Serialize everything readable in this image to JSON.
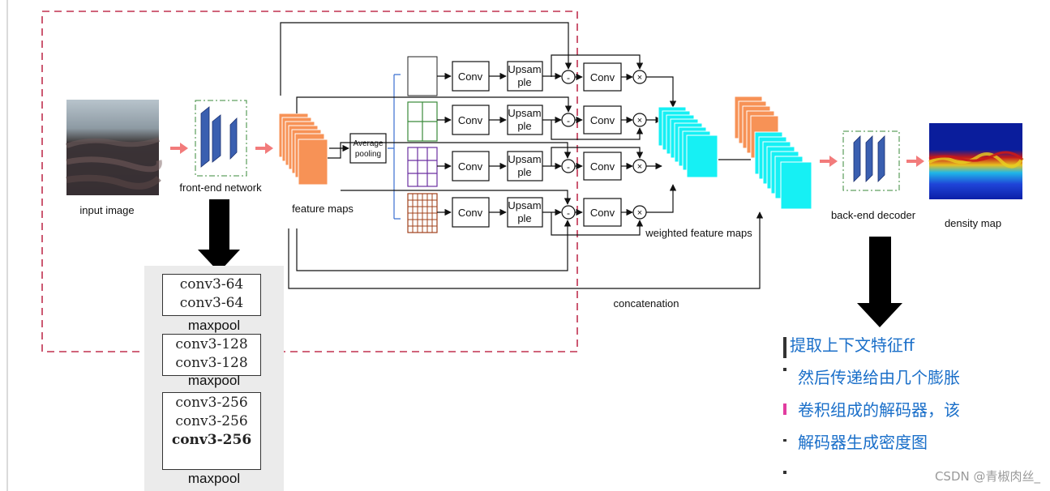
{
  "diagram": {
    "labels": {
      "input_image": "input image",
      "front_end": "front-end network",
      "feature_maps": "feature maps",
      "average_pooling_line1": "Average",
      "average_pooling_line2": "pooling",
      "conv": "Conv",
      "upsample_line1": "Upsam",
      "upsample_line2": "ple",
      "minus": "-",
      "times": "×",
      "weighted_feature_maps": "weighted feature maps",
      "concatenation": "concatenation",
      "back_end_decoder": "back-end decoder",
      "density_map": "density map"
    },
    "pyramid_grid_sizes": [
      1,
      2,
      3,
      6
    ],
    "colors": {
      "feature_map": "#f79256",
      "weighted_map": "#16f0f4",
      "network_block": "#3a5fb0",
      "pink_arrow": "#f27b7b",
      "dashed_region": "#c0304f",
      "grid_green": "#3a8a3a",
      "grid_purple": "#6a2fa0",
      "grid_brown": "#a0401a",
      "annotation_text": "#1a6fc9"
    }
  },
  "vgg_table": {
    "blocks": [
      {
        "layers": [
          "conv3-64",
          "conv3-64"
        ],
        "pool": "maxpool"
      },
      {
        "layers": [
          "conv3-128",
          "conv3-128"
        ],
        "pool": "maxpool"
      },
      {
        "layers": [
          "conv3-256",
          "conv3-256",
          "conv3-256"
        ],
        "pool": "maxpool"
      }
    ]
  },
  "annotation": {
    "lines": [
      "提取上下文特征ff",
      "然后传递给由几个膨胀",
      "卷积组成的解码器，该",
      "解码器生成密度图"
    ]
  },
  "watermark": "CSDN @青椒肉丝_"
}
